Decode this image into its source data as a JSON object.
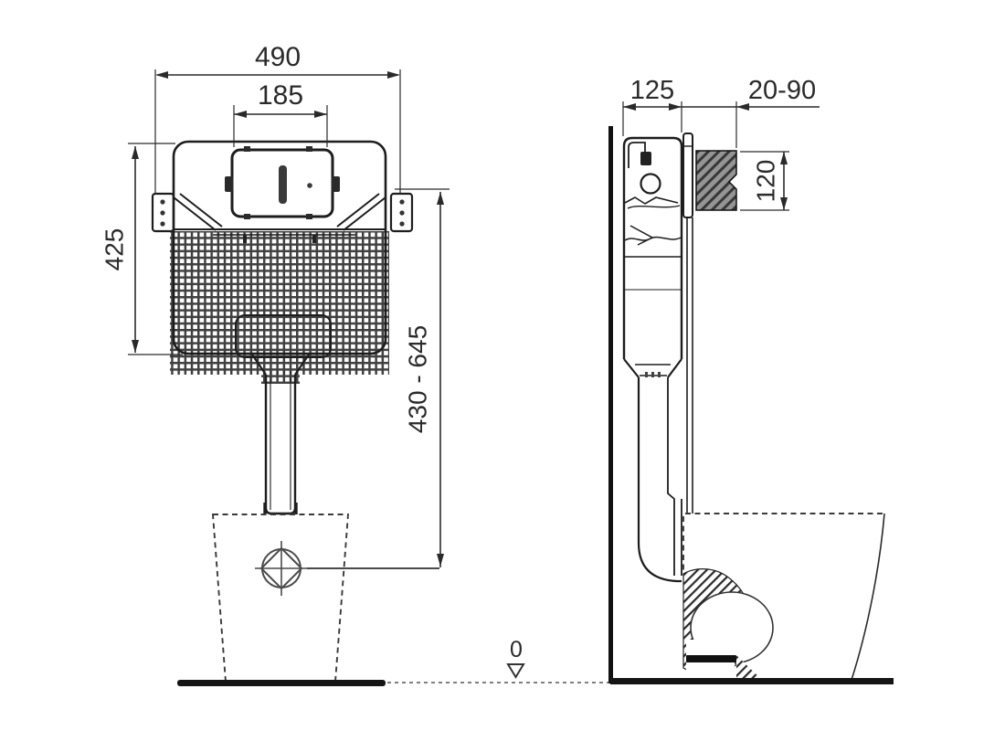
{
  "drawing": {
    "front_view": {
      "width_total": "490",
      "width_access_panel": "185",
      "height_tank": "425",
      "height_outlet_range": "430 - 645"
    },
    "side_view": {
      "depth_tank": "125",
      "wall_finish_range": "20-90",
      "panel_block_height": "120"
    },
    "datum": {
      "floor_level": "0"
    },
    "colors": {
      "line": "#1d1d1d",
      "dimension_text": "#2a2a2a",
      "wall_block_fill": "#949494",
      "wall_block_hatch": "#383838",
      "mesh_grid": "#2b2b2b",
      "floor_bar": "#151515"
    }
  }
}
